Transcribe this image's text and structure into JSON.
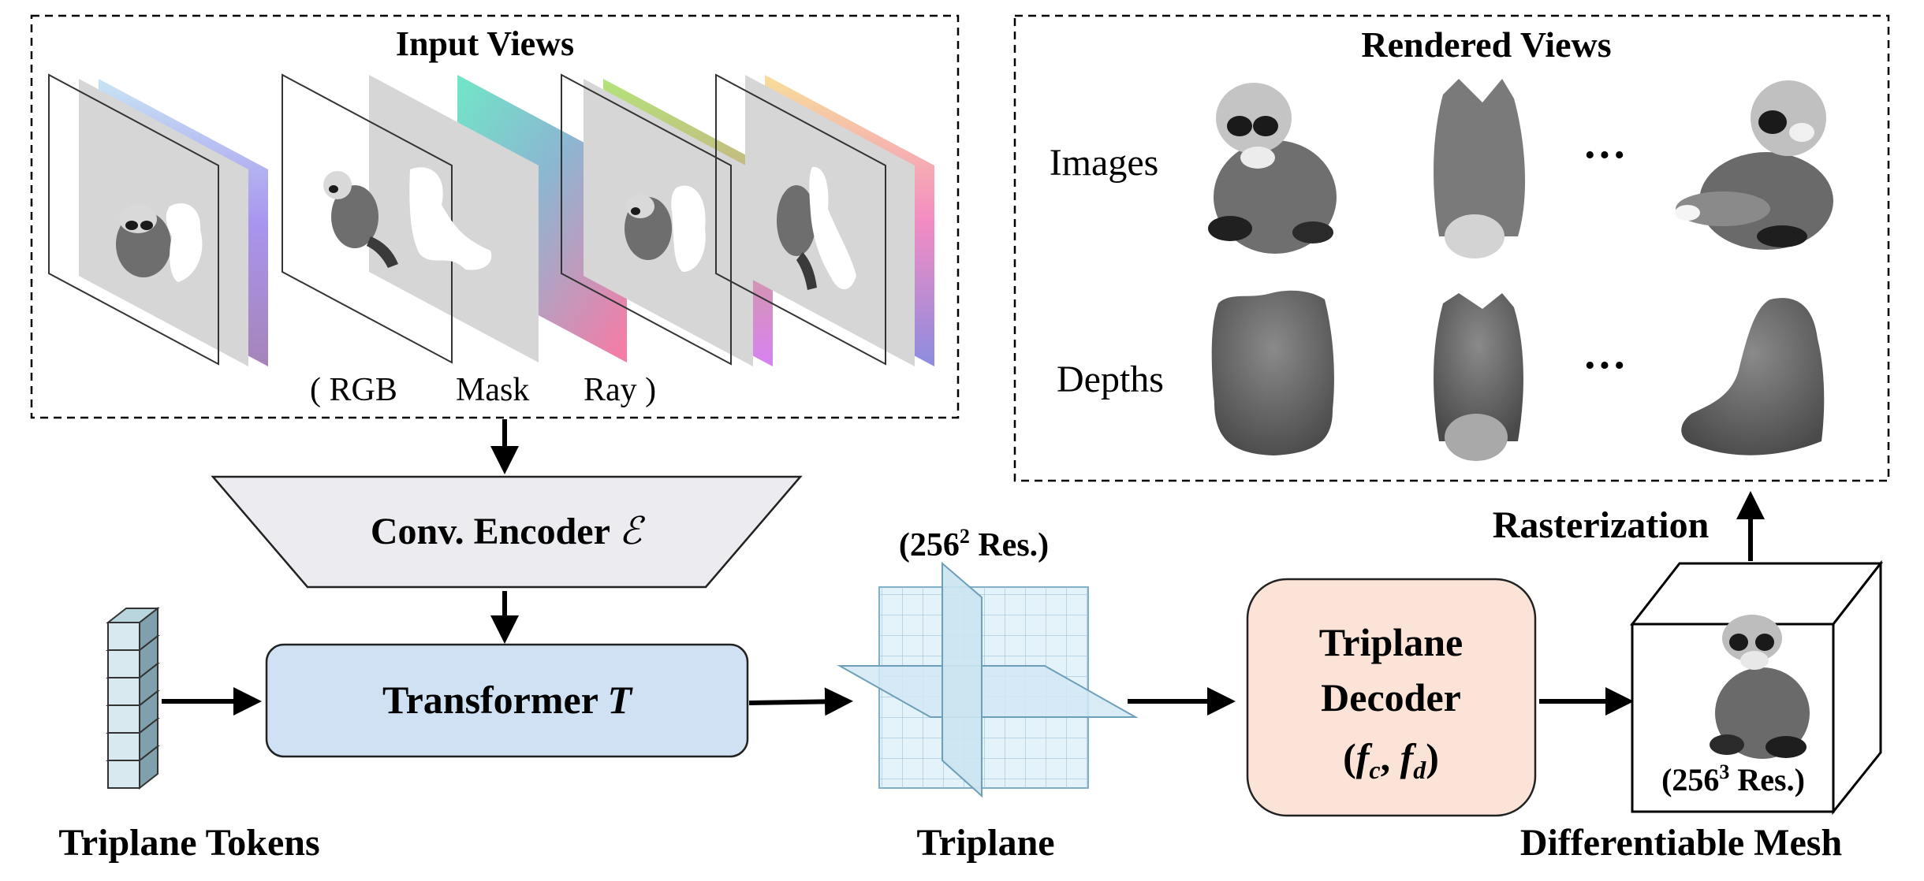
{
  "input_views": {
    "title": "Input Views",
    "legend_open": "( RGB",
    "legend_mask": "Mask",
    "legend_ray": "Ray )"
  },
  "encoder": {
    "label": "Conv.  Encoder ",
    "symbol": "ℰ"
  },
  "transformer": {
    "label": "Transformer ",
    "symbol": "T"
  },
  "tokens": {
    "label": "Triplane Tokens"
  },
  "triplane": {
    "label": "Triplane",
    "res_prefix": "(256",
    "res_exp": "2",
    "res_suffix": " Res.)"
  },
  "decoder": {
    "line1": "Triplane",
    "line2": "Decoder",
    "line3_open": "(",
    "f": "f",
    "c": "c",
    "comma": ", ",
    "d": "d",
    "line3_close": ")"
  },
  "mesh": {
    "label": "Differentiable Mesh",
    "res_prefix": "(256",
    "res_exp": "3",
    "res_suffix": " Res.)"
  },
  "rasterization": {
    "label": "Rasterization"
  },
  "rendered_views": {
    "title": "Rendered Views",
    "row_images": "Images",
    "row_depths": "Depths",
    "ellipsis": "···"
  },
  "colors": {
    "encoder_fill": "#ecebf0",
    "transformer_fill": "#cfe1f3",
    "decoder_fill": "#fbe3d7",
    "token_fill": "#d8eaf0",
    "plane_fill": "#e4f2fa",
    "view_gray": "#d6d6d6"
  }
}
